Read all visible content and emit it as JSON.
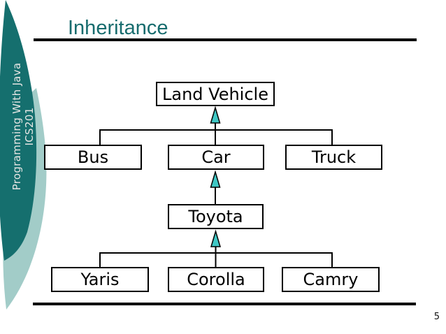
{
  "slide": {
    "title": "Inheritance",
    "page_number": "5",
    "sidebar": {
      "line1": "Programming With Java",
      "line2": "ICS201"
    },
    "colors": {
      "dark_crescent": "#156F6E",
      "light_crescent": "#A2CCC8",
      "title_text": "#176C6E",
      "arrow_fill": "#3FC7C4",
      "box_border": "#000000",
      "rule": "#000000",
      "sidebar_text": "#E6E6E4"
    }
  },
  "diagram": {
    "nodes": [
      {
        "label": "Land Vehicle"
      },
      {
        "label": "Bus"
      },
      {
        "label": "Car"
      },
      {
        "label": "Truck"
      },
      {
        "label": "Toyota"
      },
      {
        "label": "Yaris"
      },
      {
        "label": "Corolla"
      },
      {
        "label": "Camry"
      }
    ],
    "edges": [
      {
        "from": "Bus",
        "to": "Land Vehicle",
        "relation": "inherits"
      },
      {
        "from": "Car",
        "to": "Land Vehicle",
        "relation": "inherits"
      },
      {
        "from": "Truck",
        "to": "Land Vehicle",
        "relation": "inherits"
      },
      {
        "from": "Toyota",
        "to": "Car",
        "relation": "inherits"
      },
      {
        "from": "Yaris",
        "to": "Toyota",
        "relation": "inherits"
      },
      {
        "from": "Corolla",
        "to": "Toyota",
        "relation": "inherits"
      },
      {
        "from": "Camry",
        "to": "Toyota",
        "relation": "inherits"
      }
    ]
  }
}
